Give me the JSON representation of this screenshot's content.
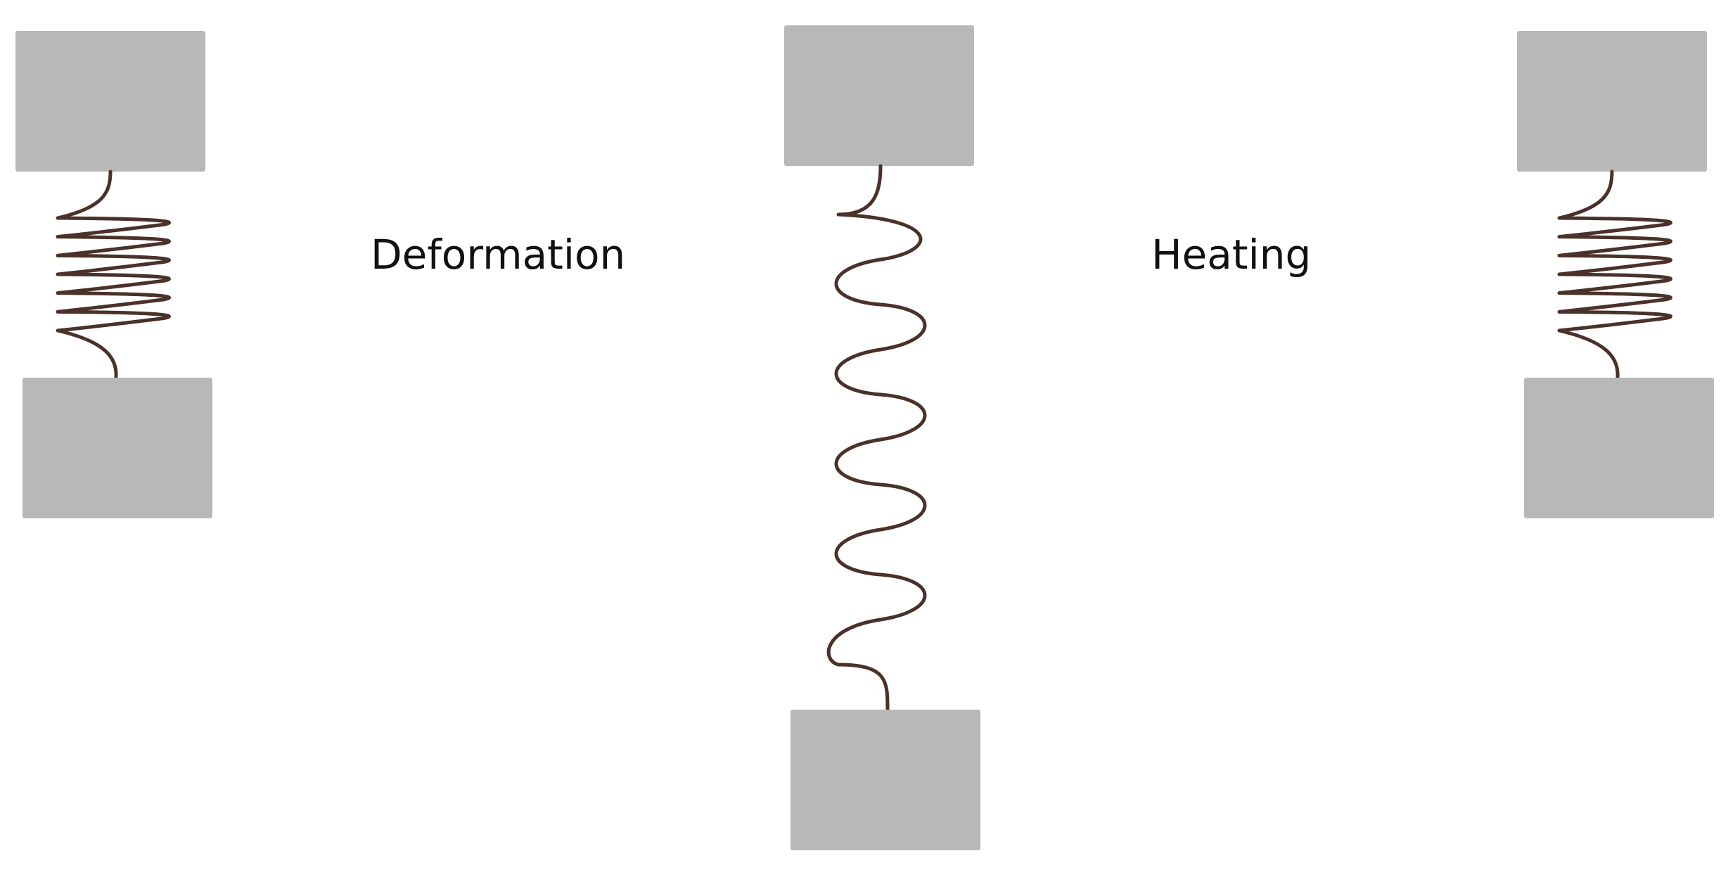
{
  "stages": [
    {
      "id": "initial",
      "spring_state": "compressed"
    },
    {
      "id": "deformed",
      "spring_state": "extended"
    },
    {
      "id": "recovered",
      "spring_state": "compressed"
    }
  ],
  "transitions": [
    {
      "label": "Deformation"
    },
    {
      "label": "Heating"
    }
  ],
  "colors": {
    "block": "#b8b8b8",
    "spring": "#4a3129",
    "text": "#111111",
    "background": "#ffffff"
  }
}
